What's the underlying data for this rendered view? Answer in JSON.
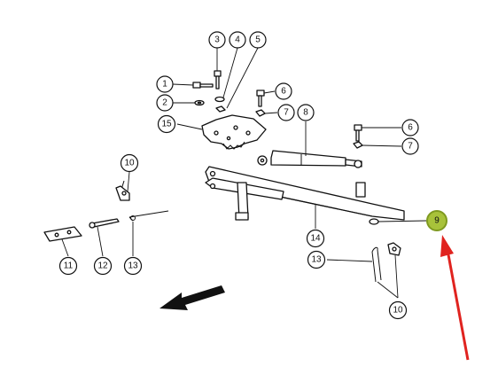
{
  "diagram": {
    "callouts": [
      {
        "id": "c1",
        "label": "1"
      },
      {
        "id": "c2",
        "label": "2"
      },
      {
        "id": "c3",
        "label": "3"
      },
      {
        "id": "c4",
        "label": "4"
      },
      {
        "id": "c5",
        "label": "5"
      },
      {
        "id": "c6a",
        "label": "6"
      },
      {
        "id": "c6b",
        "label": "6"
      },
      {
        "id": "c7a",
        "label": "7"
      },
      {
        "id": "c7b",
        "label": "7"
      },
      {
        "id": "c8",
        "label": "8"
      },
      {
        "id": "c9",
        "label": "9"
      },
      {
        "id": "c10a",
        "label": "10"
      },
      {
        "id": "c10b",
        "label": "10"
      },
      {
        "id": "c11",
        "label": "11"
      },
      {
        "id": "c12",
        "label": "12"
      },
      {
        "id": "c13a",
        "label": "13"
      },
      {
        "id": "c13b",
        "label": "13"
      },
      {
        "id": "c14",
        "label": "14"
      },
      {
        "id": "c15",
        "label": "15"
      }
    ],
    "highlight": {
      "label": "9",
      "fill": "#a8c23a",
      "ring": "#7f9a20"
    },
    "pointer_arrow_color": "#e0231f",
    "direction_arrow_color": "#111111"
  }
}
